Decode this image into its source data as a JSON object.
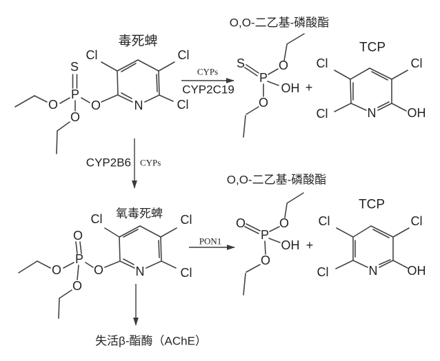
{
  "molecules": {
    "chlorpyrifos": {
      "name": "毒死蜱",
      "atoms": {
        "s": "S",
        "p": "P",
        "o_left": "O",
        "o_bottom": "O",
        "o_bridge": "O",
        "cl_top_left": "Cl",
        "cl_top_right": "Cl",
        "cl_bottom_right": "Cl",
        "n": "N"
      }
    },
    "diethyl_thiophosphate": {
      "name": "O,O-二乙基-磷酸酯",
      "atoms": {
        "s": "S",
        "p": "P",
        "o_top": "O",
        "oh": "OH",
        "o_bottom": "O"
      }
    },
    "tcp_top": {
      "name": "TCP",
      "atoms": {
        "cl_top_left": "Cl",
        "cl_top_right": "Cl",
        "cl_bottom_left": "Cl",
        "n": "N",
        "oh": "OH"
      }
    },
    "oxon": {
      "name": "氧毒死蜱",
      "atoms": {
        "o_double": "O",
        "p": "P",
        "o_left": "O",
        "o_bottom": "O",
        "o_bridge": "O",
        "cl_top_left": "Cl",
        "cl_top_right": "Cl",
        "cl_bottom_right": "Cl",
        "n": "N"
      }
    },
    "diethyl_phosphate": {
      "name": "O,O-二乙基-磷酸酯",
      "atoms": {
        "o_double": "O",
        "p": "P",
        "o_top": "O",
        "oh": "OH",
        "o_bottom": "O"
      }
    },
    "tcp_bottom": {
      "name": "TCP",
      "atoms": {
        "cl_top_left": "Cl",
        "cl_top_right": "Cl",
        "cl_bottom_left": "Cl",
        "n": "N",
        "oh": "OH"
      }
    }
  },
  "reactions": {
    "step1": {
      "enzyme_above": "CYPs",
      "enzyme_below": "CYP2C19"
    },
    "step2": {
      "enzyme_left": "CYP2B6",
      "enzyme_right": "CYPs"
    },
    "step3": {
      "enzyme": "PON1"
    },
    "inactivation_product": "失活β-酯酶（AChE）"
  },
  "operators": {
    "plus_top": "+",
    "plus_bottom": "+"
  },
  "colors": {
    "background": "#ffffff",
    "line": "#424242",
    "text": "#222222"
  }
}
